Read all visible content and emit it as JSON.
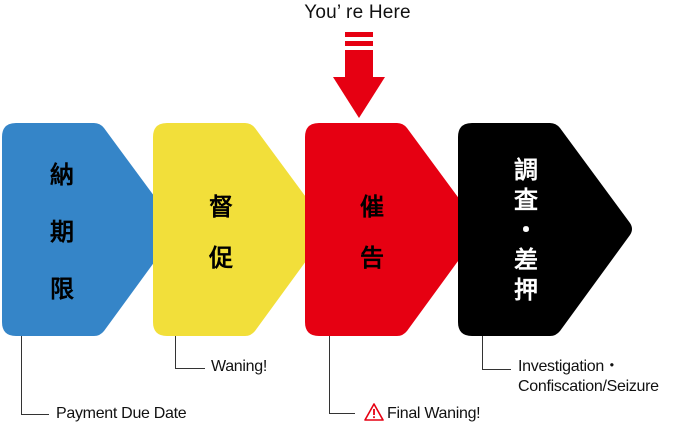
{
  "indicator": {
    "label": "You’ re Here",
    "color": "#e60012",
    "target_stage": 2
  },
  "stages": [
    {
      "id": "due-date",
      "chars": [
        "納",
        "期",
        "限"
      ],
      "color": "#3585c8",
      "text_color": "#000000",
      "note": "Payment Due Date"
    },
    {
      "id": "reminder",
      "chars": [
        "督",
        "促"
      ],
      "color": "#f2df3a",
      "text_color": "#000000",
      "note": "Waning!"
    },
    {
      "id": "final-notice",
      "chars": [
        "催",
        "告"
      ],
      "color": "#e60012",
      "text_color": "#000000",
      "note": "Final Waning!",
      "note_icon": "warning-triangle-icon"
    },
    {
      "id": "investigation-seizure",
      "chars": [
        "調",
        "査",
        "・",
        "差",
        "押"
      ],
      "color": "#000000",
      "text_color": "#ffffff",
      "note_lines": [
        "Investigation・",
        "Confiscation/Seizure"
      ]
    }
  ]
}
